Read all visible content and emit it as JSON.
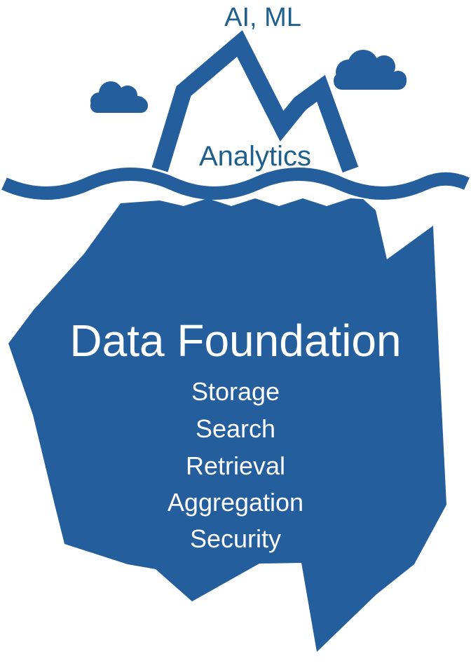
{
  "diagram": {
    "top_label": "AI, ML",
    "tip_label": "Analytics",
    "base": {
      "title": "Data Foundation",
      "items": [
        "Storage",
        "Search",
        "Retrieval",
        "Aggregation",
        "Security"
      ]
    },
    "icons": {
      "left_cloud": "cloud-icon",
      "right_cloud": "cloud-icon",
      "peak": "iceberg-tip-icon",
      "water": "water-wave-icon",
      "base": "iceberg-base-icon"
    },
    "colors": {
      "ice": "#245e9c",
      "text_dark": "#1f5f8b",
      "text_light": "#ffffff",
      "background": "#ffffff"
    }
  }
}
